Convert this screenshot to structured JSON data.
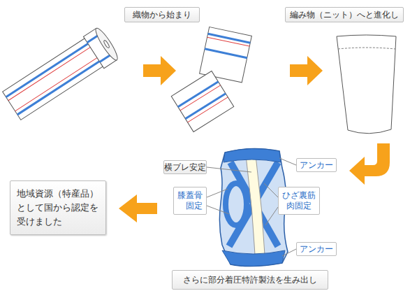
{
  "diagram": {
    "nodes": [
      {
        "text": [
          "織物から始まり"
        ]
      },
      {
        "text": [
          "編み物（ニット）へと進化し"
        ]
      },
      {
        "text": [
          "横ブレ安定"
        ]
      },
      {
        "text": [
          "アンカー"
        ]
      },
      {
        "text": [
          "膝蓋骨固定"
        ]
      },
      {
        "text": [
          "ひざ裏筋肉固定"
        ]
      },
      {
        "text": [
          "アンカー"
        ]
      },
      {
        "text": [
          "地域資源（特産品）として国から認定を受けました"
        ]
      },
      {
        "text": [
          "さらに部分着圧特許製法を生み出し"
        ]
      }
    ]
  }
}
